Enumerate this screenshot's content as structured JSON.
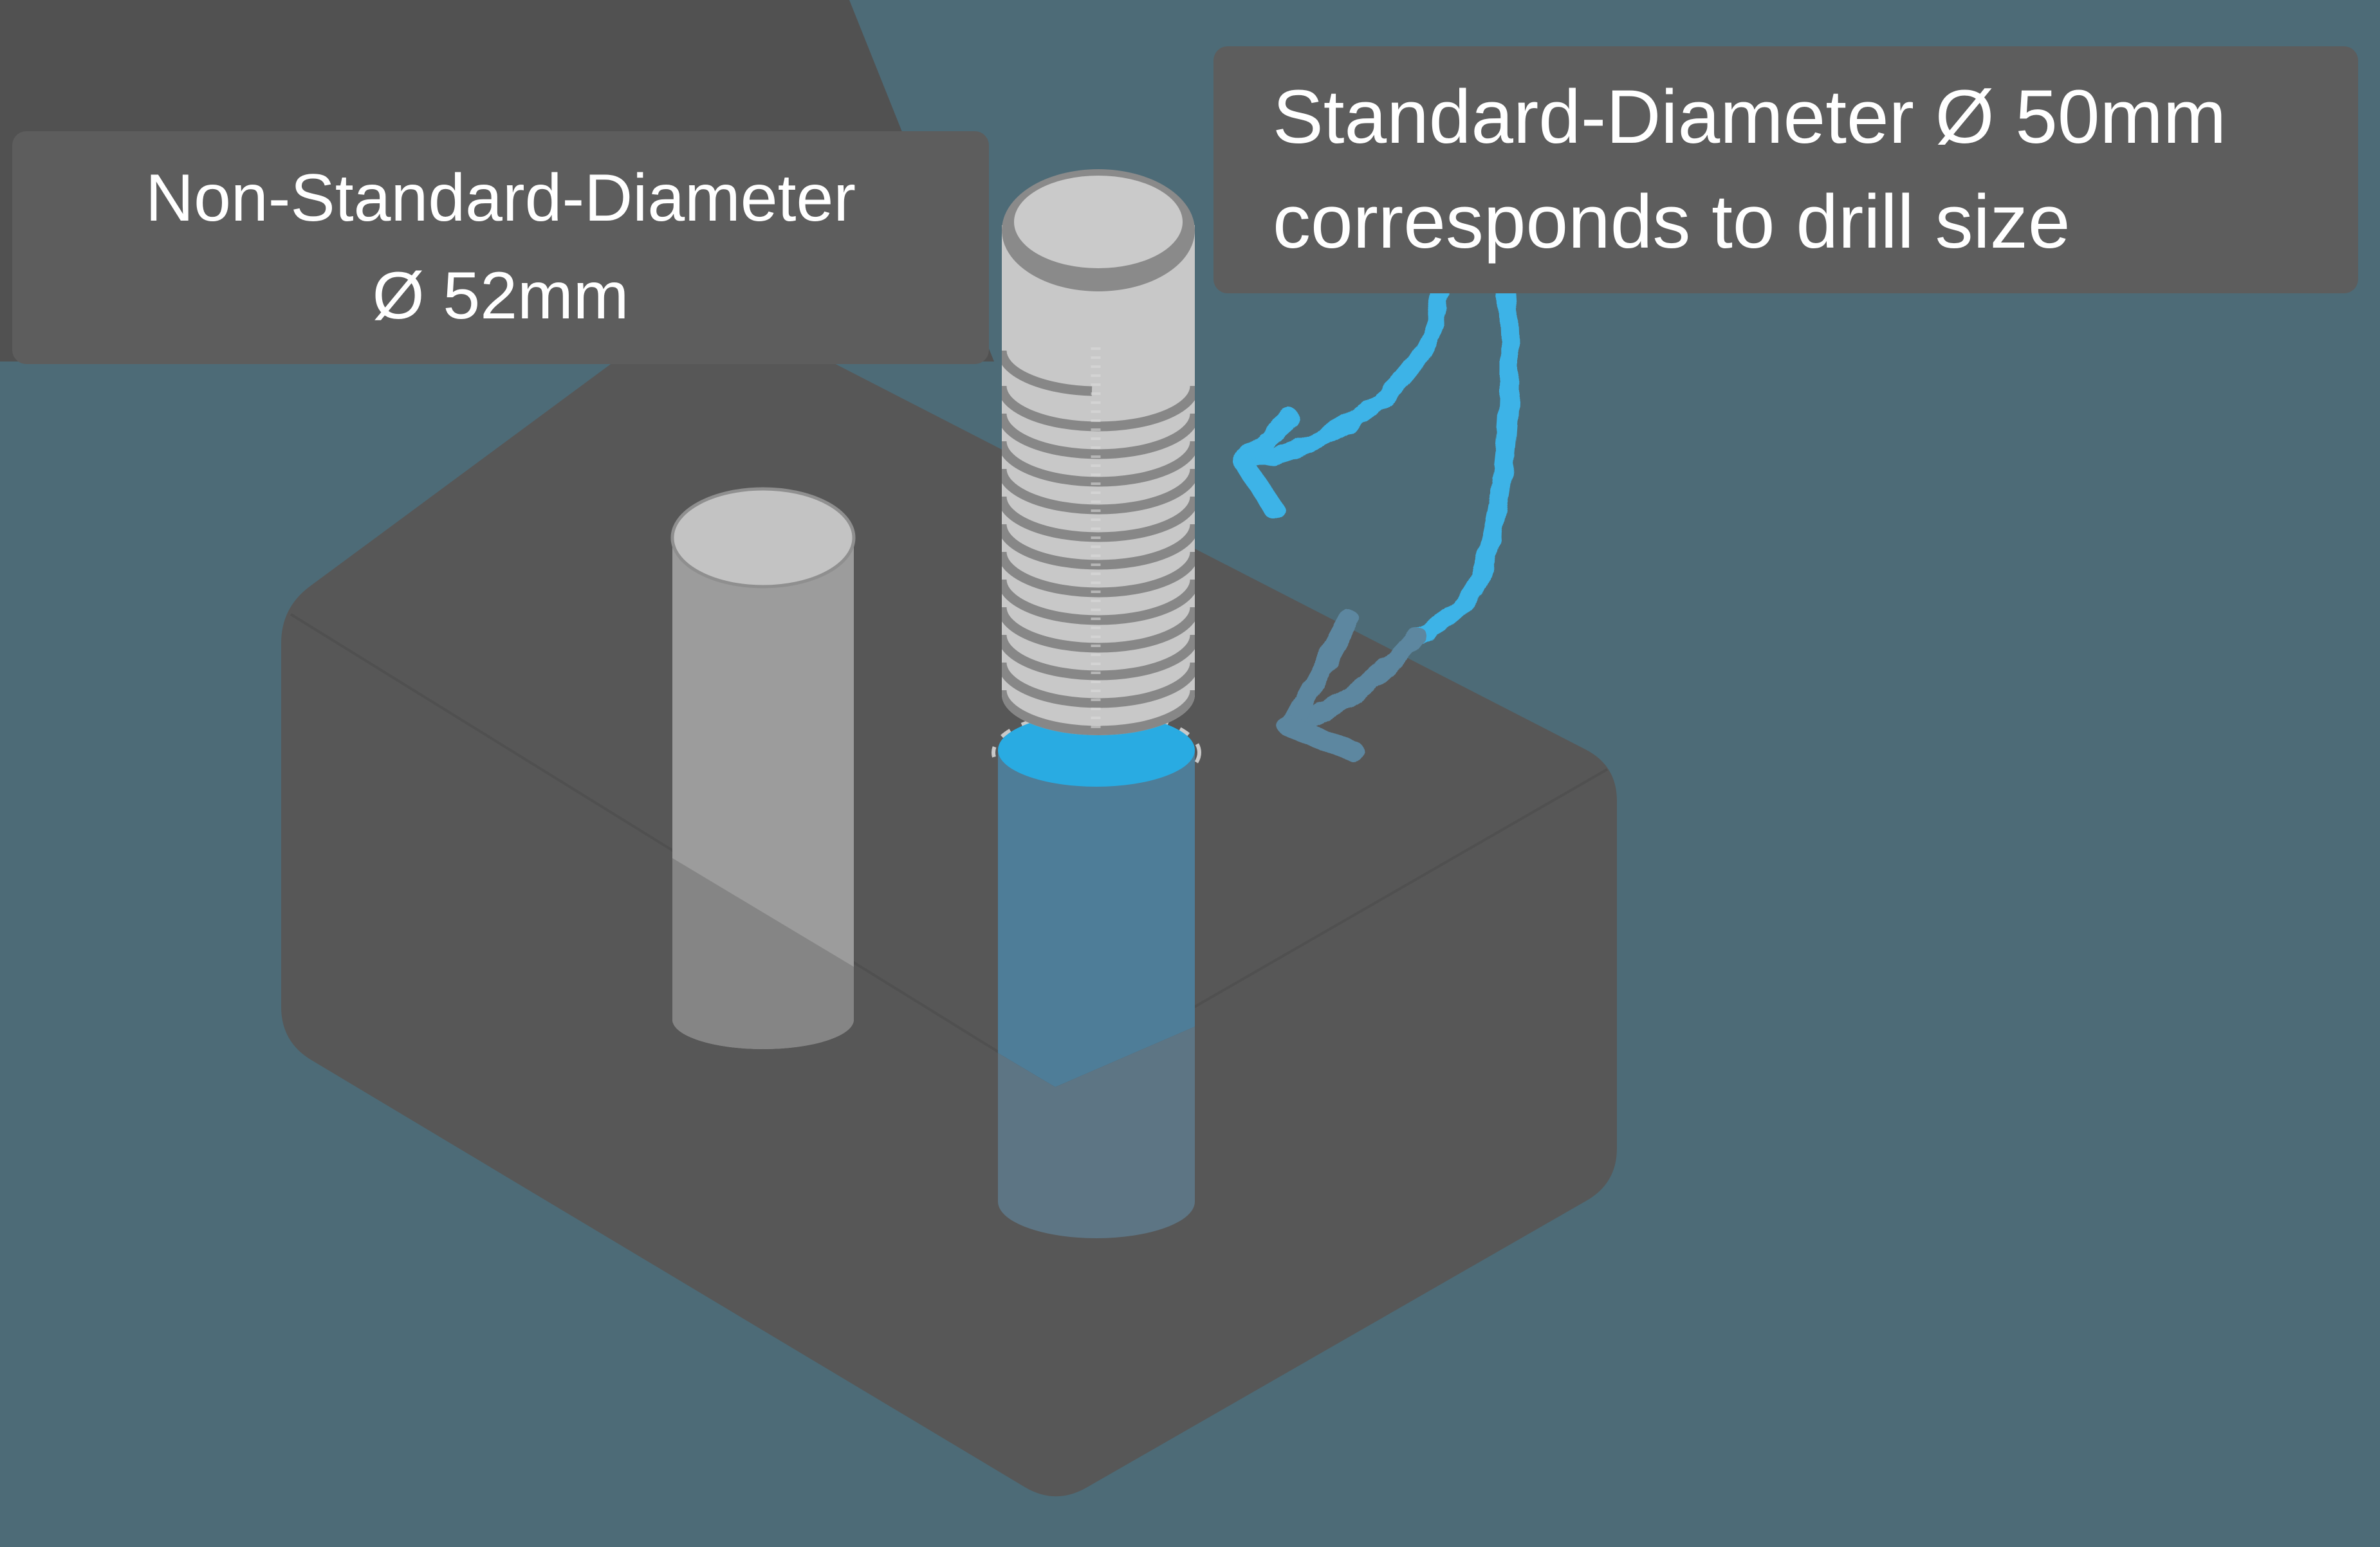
{
  "scene": {
    "background_color": "#4d6b77",
    "underlay_color": "#515151",
    "block_color": "#575757",
    "block_edge_color": "#4d4d4d"
  },
  "labels": {
    "non_standard": {
      "line1": "Non-Standard-Diameter",
      "line2": "Ø 52mm",
      "bg_color": "#5d5d5d",
      "text_color": "#ffffff"
    },
    "standard": {
      "line1": "Standard-Diameter Ø 50mm",
      "line2": "corresponds to drill size",
      "bg_color": "#5d5d5d",
      "text_color": "#ffffff"
    }
  },
  "pin": {
    "top_color": "#c3c3c3",
    "top_rim_color": "#8f8f8f",
    "body_color": "#9c9c9c",
    "shade_color": "#858585"
  },
  "bolt": {
    "body_color": "#c8c8c8",
    "cap_color": "#cacaca",
    "cap_rim_color": "#8a8a8a",
    "thread_color": "#878787",
    "seam_color": "#dddddd"
  },
  "hole": {
    "collar_color": "#29abe2",
    "bore_color": "#4e7d98",
    "ghost_color": "#5d7584",
    "rim_dash_color": "#c9c9c9"
  },
  "arrows": {
    "bright_color": "#3cb3e7",
    "muted_color": "#5d87a0"
  }
}
